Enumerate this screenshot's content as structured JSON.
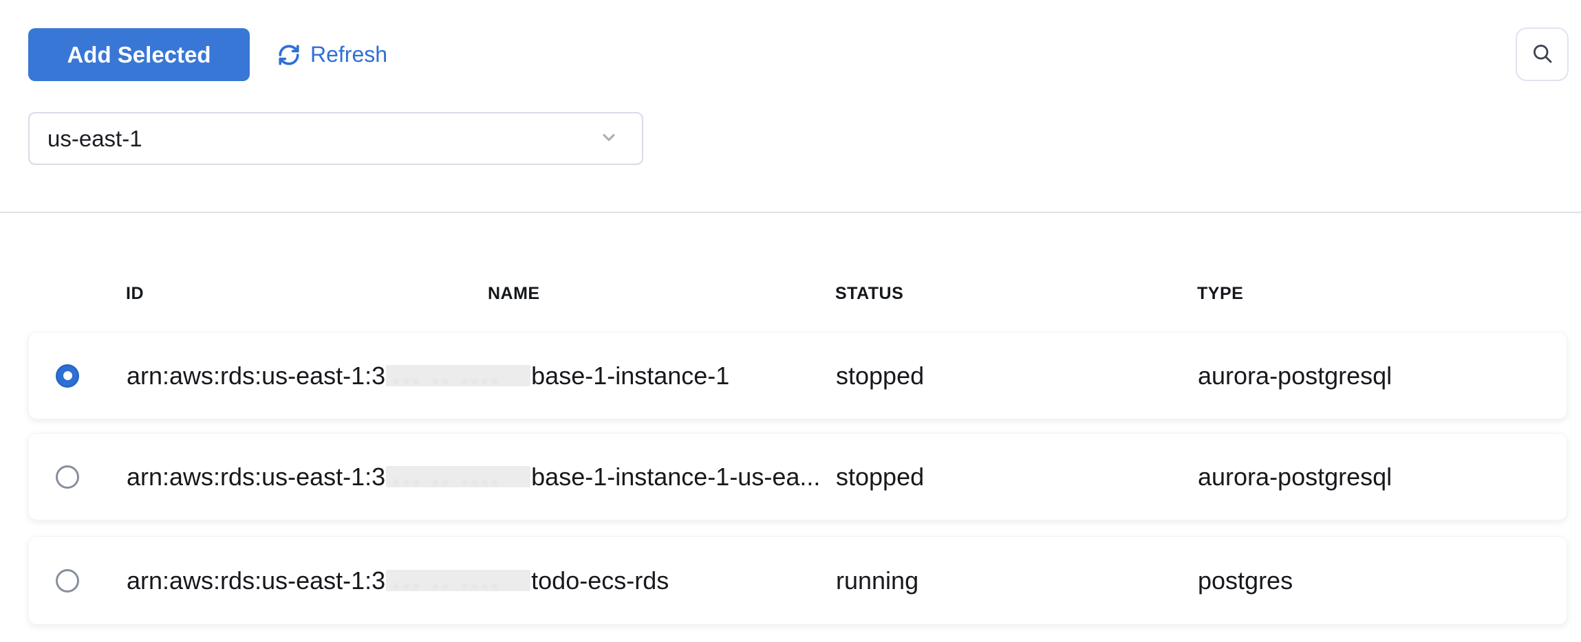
{
  "toolbar": {
    "add_selected_label": "Add Selected",
    "refresh_label": "Refresh"
  },
  "region_select": {
    "value": "us-east-1"
  },
  "table": {
    "columns": {
      "id": "ID",
      "name": "NAME",
      "status": "STATUS",
      "type": "TYPE"
    },
    "redaction_ghost": "··· ·· ····",
    "rows": [
      {
        "selected": true,
        "id_prefix": "arn:aws:rds:us-east-1:3",
        "id_redacted": true,
        "id_suffix": "base-1-instance-1",
        "status": "stopped",
        "type": "aurora-postgresql"
      },
      {
        "selected": false,
        "id_prefix": "arn:aws:rds:us-east-1:3",
        "id_redacted": true,
        "id_suffix": "base-1-instance-1-us-ea...",
        "status": "stopped",
        "type": "aurora-postgresql"
      },
      {
        "selected": false,
        "id_prefix": "arn:aws:rds:us-east-1:3",
        "id_redacted": true,
        "id_suffix": "todo-ecs-rds",
        "status": "running",
        "type": "postgres"
      }
    ]
  },
  "colors": {
    "primary_button_bg": "#3877d5",
    "link_blue": "#2f6fd6",
    "radio_selected_blue": "#2d6fd2",
    "divider": "#dee0e8",
    "row_text": "#16181c",
    "header_text": "#14171c",
    "redaction_fill": "#ececec"
  }
}
